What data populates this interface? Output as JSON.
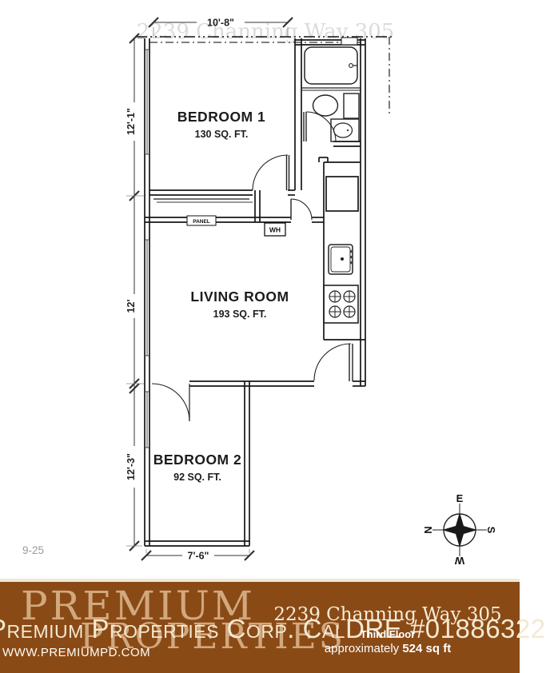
{
  "floorplan": {
    "ghost_watermark": "2239 Channing Way 305",
    "rooms": [
      {
        "name": "BEDROOM 1",
        "area": "130 SQ. FT."
      },
      {
        "name": "LIVING ROOM",
        "area": "193 SQ. FT."
      },
      {
        "name": "BEDROOM 2",
        "area": "92 SQ. FT."
      }
    ],
    "labels": {
      "panel": "PANEL",
      "water_heater": "WH"
    },
    "dimensions": {
      "top": "10'-8\"",
      "left_upper": "12'-1\"",
      "left_middle": "12'",
      "left_lower": "12'-3\"",
      "bottom": "7'-6\""
    },
    "page_note": "9-25",
    "compass": {
      "top": "E",
      "left": "N",
      "right": "S",
      "bottom": "W"
    }
  },
  "banner": {
    "bg_color": "#8a4a16",
    "watermark_color": "#dcb68c",
    "watermark_line1": "PREMIUM",
    "watermark_line2": "PROPERTIES",
    "company_line": "Premium Properties Corp. CalDRE #01886322",
    "website": "WWW.PREMIUMPD.COM",
    "address": "2239 Channing Way 305",
    "floor": "Third Floor",
    "area_prefix": "approximately ",
    "area_bold": "524 sq ft"
  }
}
